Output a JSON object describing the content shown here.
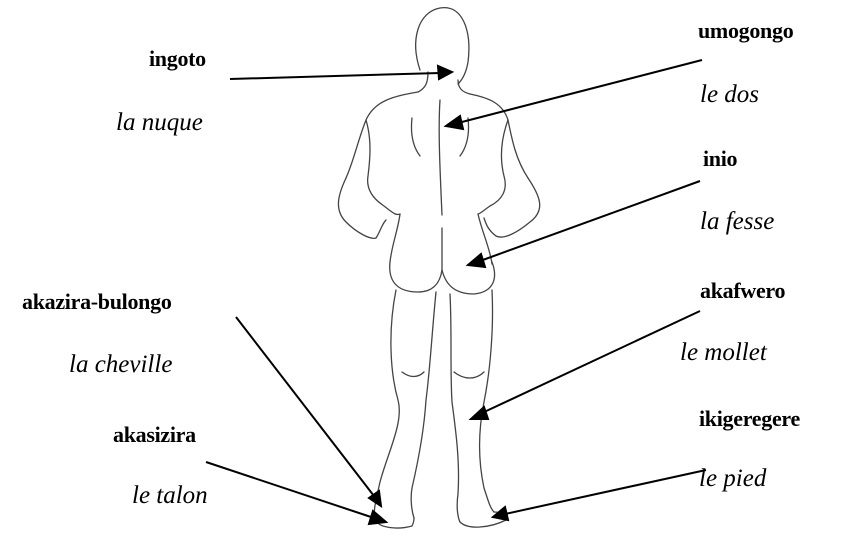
{
  "labels": [
    {
      "id": "nape",
      "term": "ingoto",
      "translation": "la nuque"
    },
    {
      "id": "back",
      "term": "umogongo",
      "translation": "le dos"
    },
    {
      "id": "buttock",
      "term": "inio",
      "translation": "la fesse"
    },
    {
      "id": "ankle",
      "term": "akazira-bulongo",
      "translation": "la cheville"
    },
    {
      "id": "calf",
      "term": "akafwero",
      "translation": "le mollet"
    },
    {
      "id": "heel",
      "term": "akasizira",
      "translation": "le talon"
    },
    {
      "id": "foot",
      "term": "ikigeregere",
      "translation": "le pied"
    }
  ],
  "colors": {
    "line": "#000000",
    "outline": "#444444",
    "background": "#ffffff"
  }
}
